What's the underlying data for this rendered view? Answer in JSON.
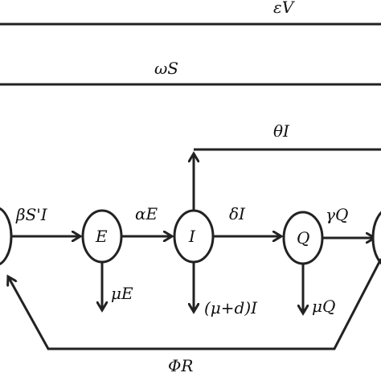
{
  "diagram": {
    "nodes": {
      "E": "E",
      "I": "I",
      "Q": "Q"
    },
    "labels": {
      "epsilon_v": "εV",
      "omega_s": "ωS",
      "theta_i": "θI",
      "beta_si": "βS'I",
      "alpha_e": "αE",
      "delta_i": "δI",
      "gamma_q": "γQ",
      "mu_e": "μE",
      "mu_d_i": "(μ+d)I",
      "mu_q": "μQ",
      "phi_r": "ΦR"
    }
  }
}
